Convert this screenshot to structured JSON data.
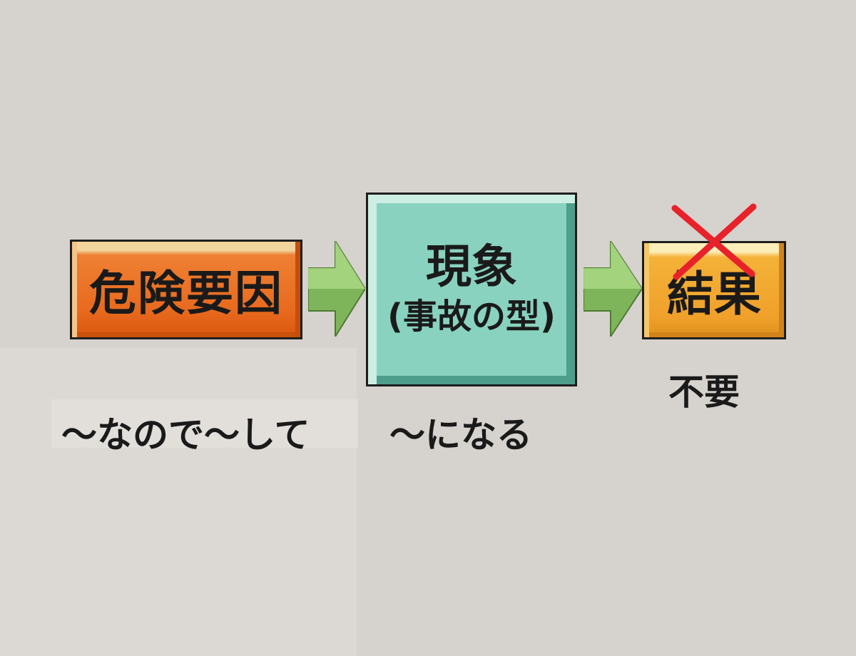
{
  "diagram": {
    "box_hazard": {
      "label": "危険要因"
    },
    "box_phenomenon": {
      "label": "現象",
      "sublabel": "(事故の型)"
    },
    "box_result": {
      "label": "結果"
    },
    "captions": {
      "hazard": "〜なので〜して",
      "phenomenon": "〜になる",
      "result": "不要"
    },
    "colors": {
      "hazard_box": "#e86a1e",
      "phenomenon_box": "#89d2c0",
      "result_box": "#f0a02a",
      "arrow": "#7fb55a",
      "cross": "#e8222b",
      "background": "#d6d2cd"
    },
    "icons": {
      "arrow_1": "right-arrow-icon",
      "arrow_2": "right-arrow-icon",
      "cross": "cross-mark-icon"
    }
  }
}
